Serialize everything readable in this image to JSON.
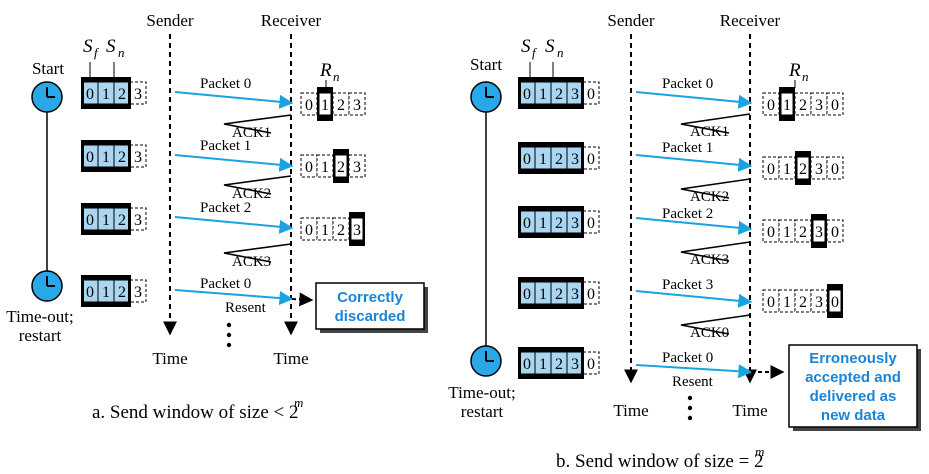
{
  "colors": {
    "arrow_blue": "#1aa3e0",
    "window_blue": "#aad6f2",
    "clock_blue": "#29a8e8",
    "callout_text": "#1a85d6",
    "black": "#000000"
  },
  "left": {
    "sender_label": "Sender",
    "receiver_label": "Receiver",
    "time_sender": "Time",
    "time_receiver": "Time",
    "start_label": "Start",
    "timeout_line1": "Time-out;",
    "timeout_line2": "restart",
    "sf_main": "S",
    "sf_sub": "f",
    "sn_main": "S",
    "sn_sub": "n",
    "rn_main": "R",
    "rn_sub": "n",
    "send_cells": [
      "0",
      "1",
      "2",
      "3"
    ],
    "recv_cells": [
      [
        "0",
        "1",
        "2",
        "3"
      ],
      [
        "0",
        "1",
        "2",
        "3"
      ],
      [
        "0",
        "1",
        "2",
        "3"
      ]
    ],
    "packets": [
      "Packet 0",
      "Packet 1",
      "Packet 2",
      "Packet 0"
    ],
    "acks": [
      "ACK1",
      "ACK2",
      "ACK3"
    ],
    "resent_label": "Resent",
    "callout_lines": [
      "Correctly",
      "discarded"
    ],
    "caption_main": "a. Send window of size < 2",
    "caption_sup": "m"
  },
  "right": {
    "sender_label": "Sender",
    "receiver_label": "Receiver",
    "time_sender": "Time",
    "time_receiver": "Time",
    "start_label": "Start",
    "timeout_line1": "Time-out;",
    "timeout_line2": "restart",
    "sf_main": "S",
    "sf_sub": "f",
    "sn_main": "S",
    "sn_sub": "n",
    "rn_main": "R",
    "rn_sub": "n",
    "send_cells": [
      "0",
      "1",
      "2",
      "3",
      "0"
    ],
    "recv_cells": [
      [
        "0",
        "1",
        "2",
        "3",
        "0"
      ],
      [
        "0",
        "1",
        "2",
        "3",
        "0"
      ],
      [
        "0",
        "1",
        "2",
        "3",
        "0"
      ],
      [
        "0",
        "1",
        "2",
        "3",
        "0"
      ]
    ],
    "packets": [
      "Packet 0",
      "Packet 1",
      "Packet 2",
      "Packet 3",
      "Packet 0"
    ],
    "acks": [
      "ACK1",
      "ACK2",
      "ACK3",
      "ACK0"
    ],
    "resent_label": "Resent",
    "callout_lines": [
      "Erroneously",
      "accepted and",
      "delivered as",
      "new data"
    ],
    "caption_main": "b. Send window of size = 2",
    "caption_sup": "m"
  }
}
